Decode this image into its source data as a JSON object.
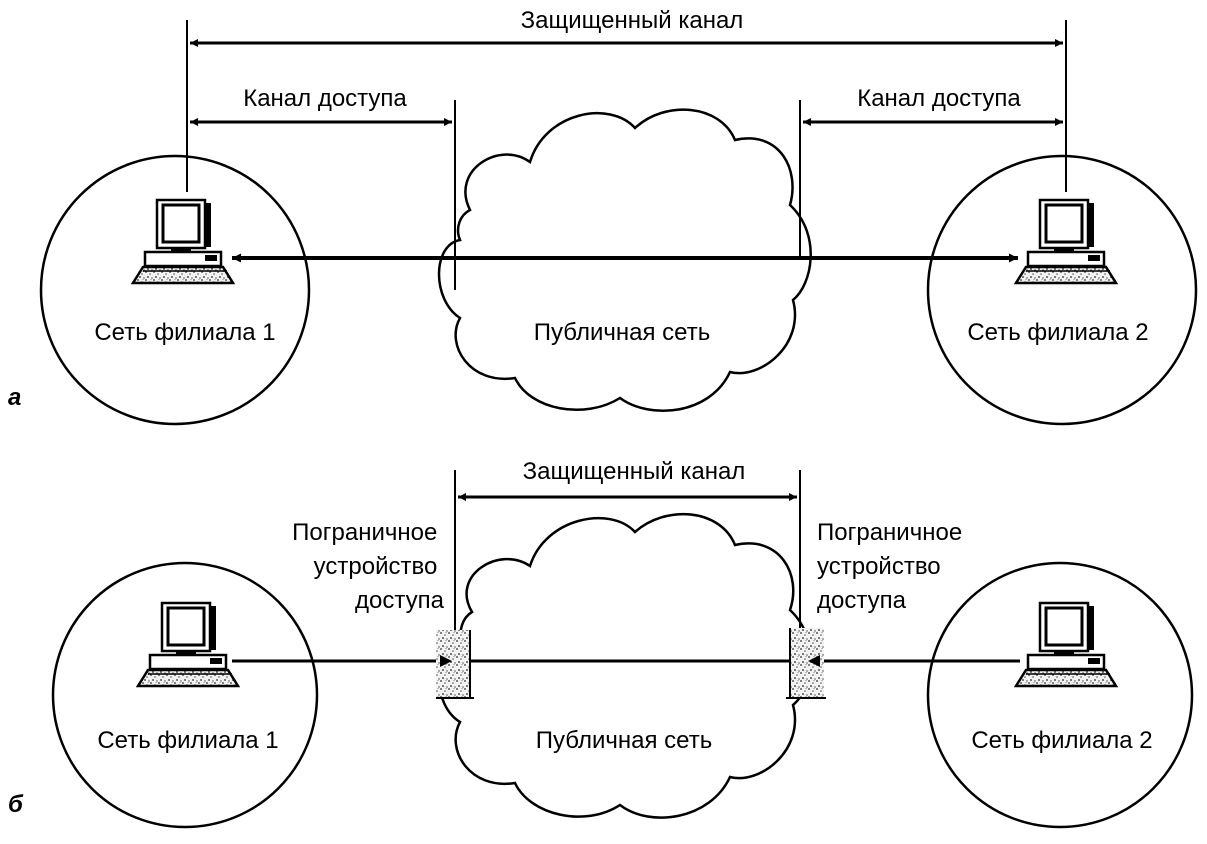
{
  "diagram_a": {
    "tag": "а",
    "secure_channel": "Защищенный канал",
    "access_channel_left": "Канал доступа",
    "access_channel_right": "Канал доступа",
    "branch_left": "Сеть филиала 1",
    "branch_right": "Сеть филиала 2",
    "public_network": "Публичная сеть"
  },
  "diagram_b": {
    "tag": "б",
    "secure_channel": "Защищенный канал",
    "edge_device_left": [
      "Пограничное",
      "устройство",
      "доступа"
    ],
    "edge_device_right": [
      "Пограничное",
      "устройство",
      "доступа"
    ],
    "branch_left": "Сеть филиала 1",
    "branch_right": "Сеть филиала 2",
    "public_network": "Публичная сеть"
  }
}
